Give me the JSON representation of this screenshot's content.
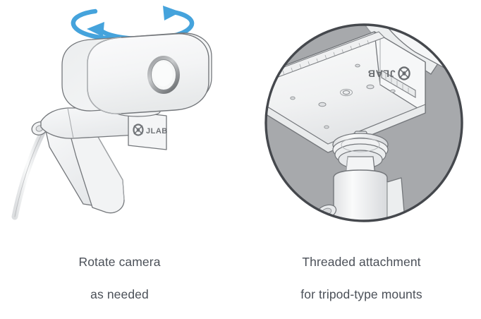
{
  "document": {
    "type": "instruction-illustration",
    "background_color": "#ffffff"
  },
  "panels": [
    {
      "id": "rotate-camera",
      "caption_lines": [
        "Rotate camera",
        "as needed"
      ],
      "illustration": {
        "name": "webcam-on-clip-stand",
        "brand_mark": "JLAB",
        "annotation": {
          "name": "rotation-arrow",
          "shape": "double-headed-ellipse",
          "color": "#45A3DC"
        },
        "parts": [
          "camera-body",
          "lens",
          "clip-base",
          "usb-cable"
        ]
      }
    },
    {
      "id": "threaded-attachment",
      "caption_lines": [
        "Threaded attachment",
        "for tripod-type mounts"
      ],
      "illustration": {
        "name": "webcam-underside-on-tripod-mount",
        "brand_mark": "JLAB",
        "callout": {
          "shape": "circle",
          "fill_color": "#A7A9AC",
          "border_color": "#45484D"
        },
        "parts": [
          "camera-underside",
          "threaded-socket",
          "tripod-screw",
          "tripod-ball-head"
        ]
      }
    }
  ],
  "colors": {
    "text": "#4b5058",
    "arrow_blue": "#45A3DC",
    "callout_gray": "#A7A9AC",
    "callout_border": "#45484D",
    "line_art_stroke": "#6f7276",
    "device_fill_light": "#f4f5f6",
    "device_fill_shadow": "#e3e5e7"
  }
}
